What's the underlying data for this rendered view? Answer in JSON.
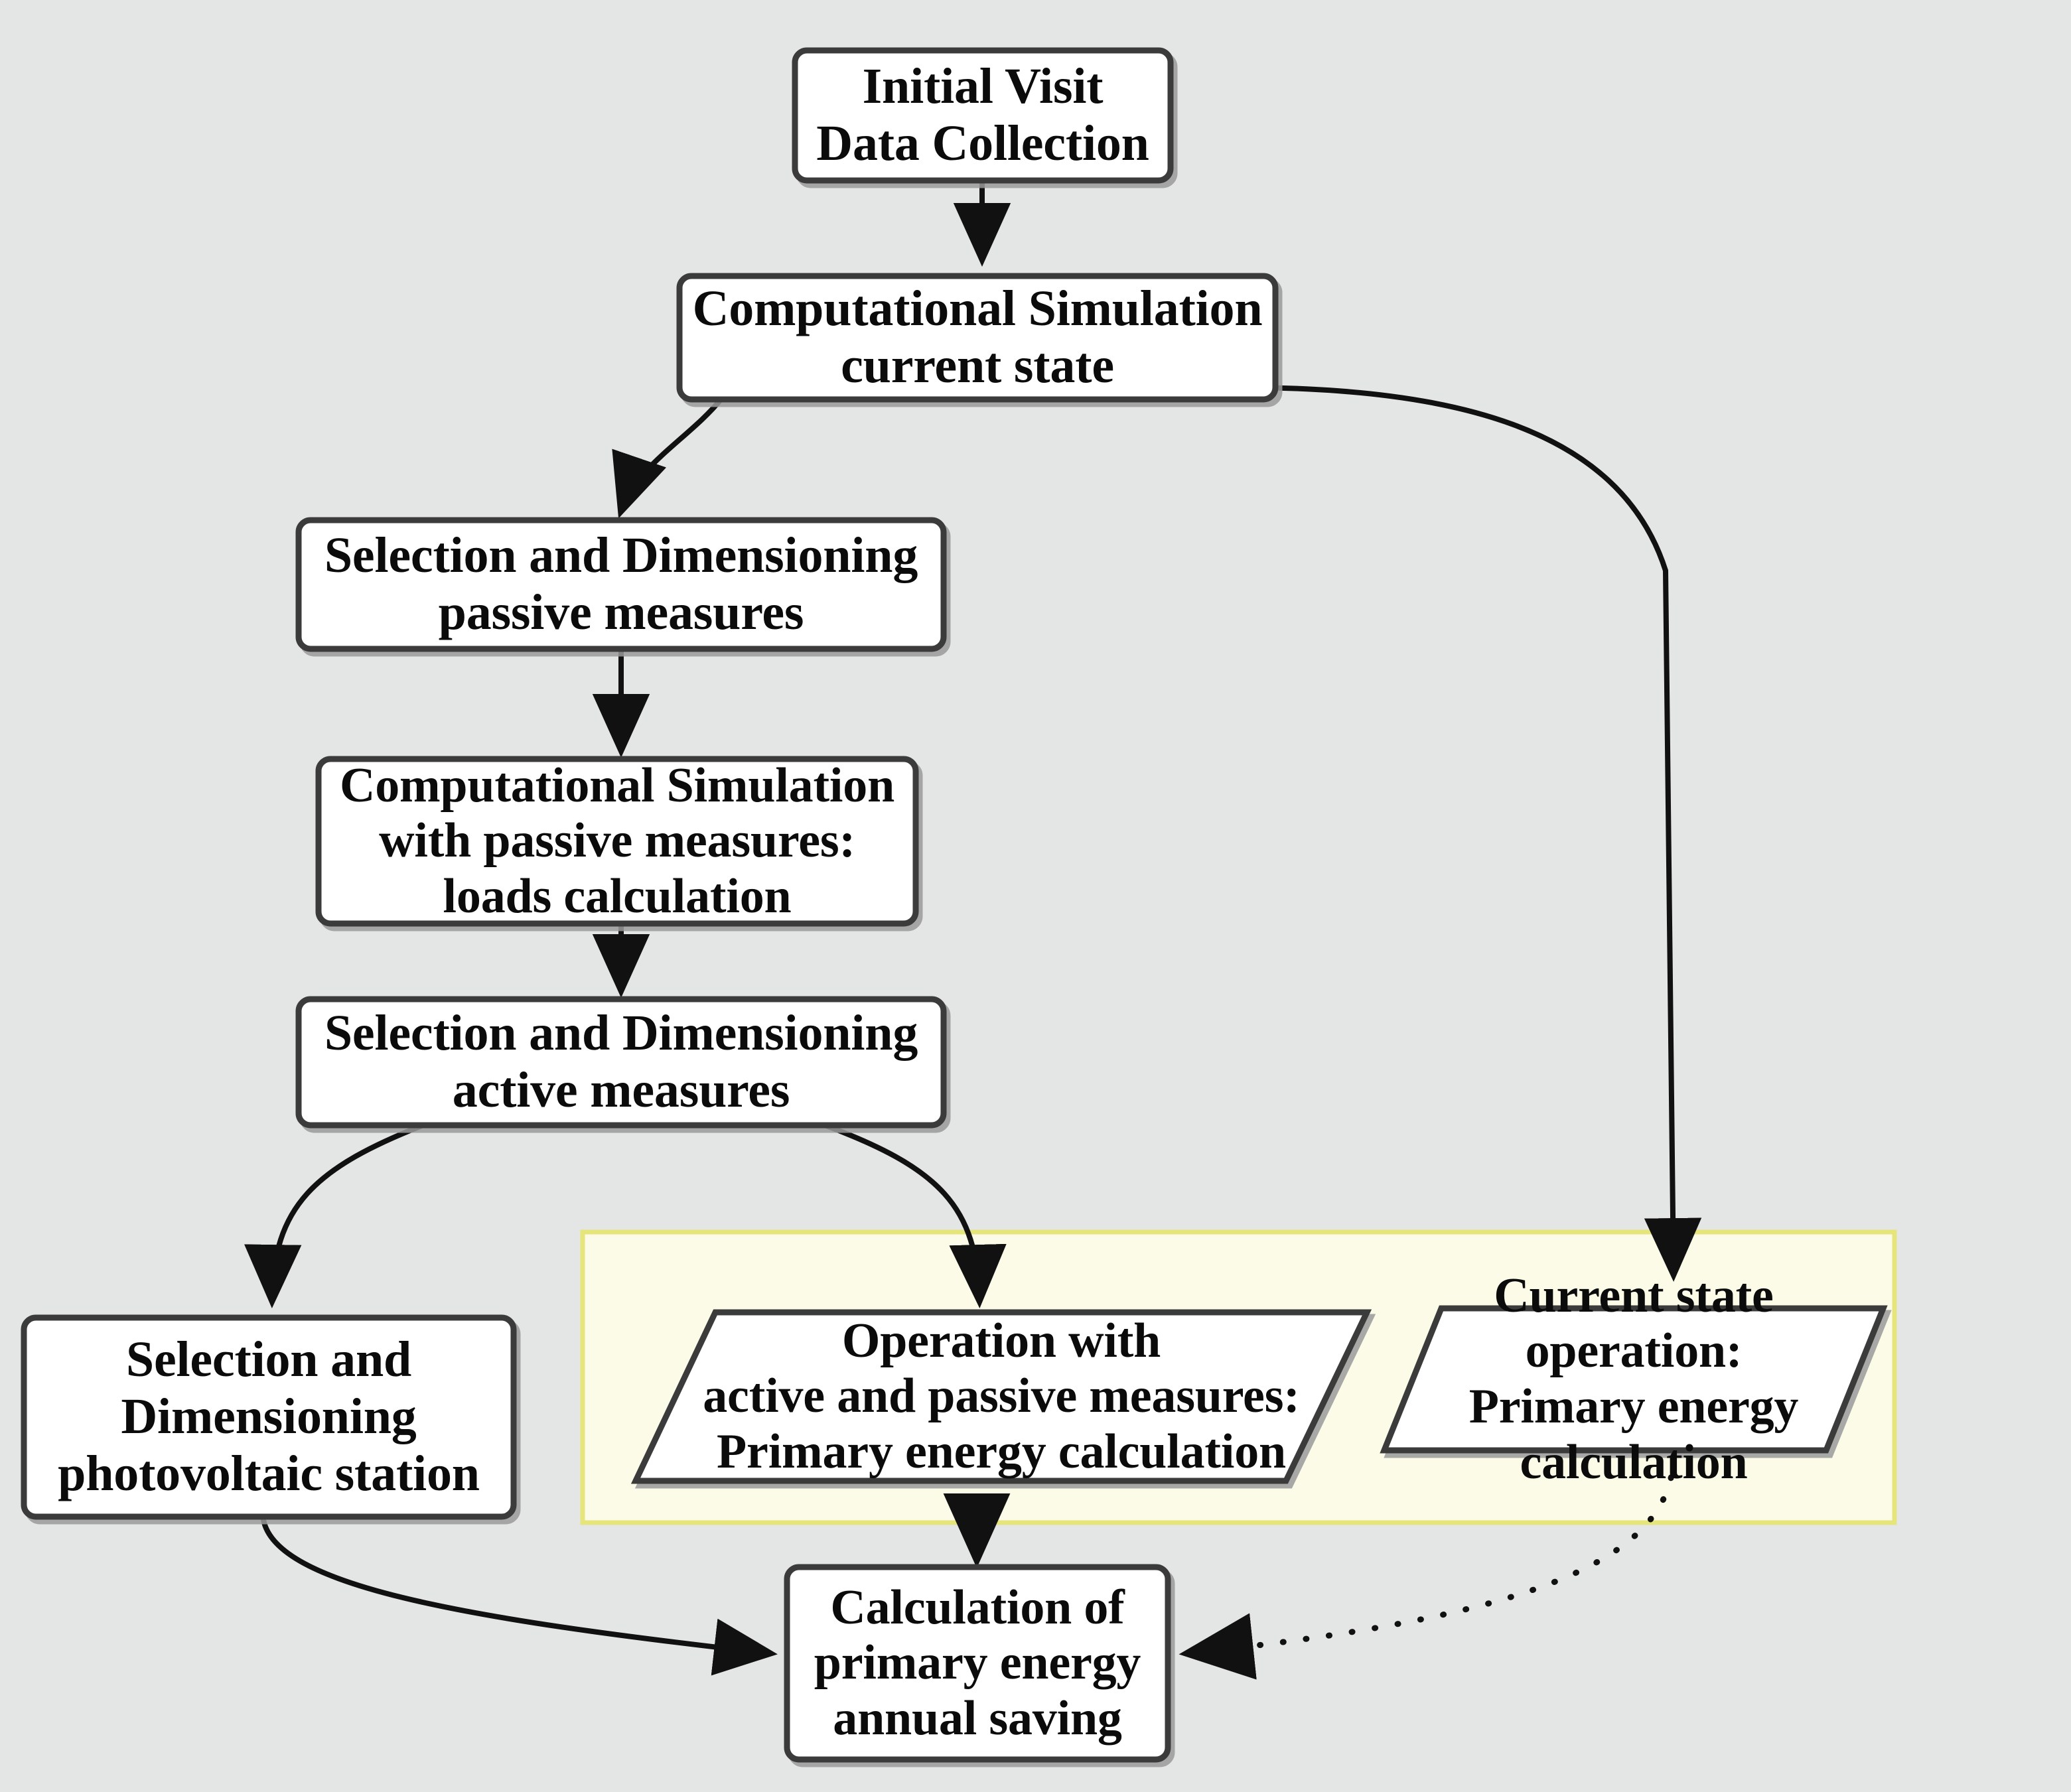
{
  "diagram": {
    "title": "Energy retrofit methodology flowchart",
    "background_color": "#e4e5e5",
    "node_fill": "#ffffff",
    "node_stroke": "#3a3a3a",
    "highlight_fill": "#fbfbe8",
    "highlight_stroke": "#e8e87a",
    "nodes": [
      {
        "id": "initial-visit",
        "shape": "rounded-rect",
        "text": "Initial Visit\nData Collection"
      },
      {
        "id": "sim-current",
        "shape": "rounded-rect",
        "text": "Computational Simulation\ncurrent state"
      },
      {
        "id": "select-passive",
        "shape": "rounded-rect",
        "text": "Selection and Dimensioning\npassive measures"
      },
      {
        "id": "sim-passive",
        "shape": "rounded-rect",
        "text": "Computational Simulation\nwith passive measures:\nloads calculation"
      },
      {
        "id": "select-active",
        "shape": "rounded-rect",
        "text": "Selection and Dimensioning\nactive measures"
      },
      {
        "id": "select-pv",
        "shape": "rounded-rect",
        "text": "Selection and\nDimensioning\nphotovoltaic station"
      },
      {
        "id": "operation-active-passive",
        "shape": "parallelogram",
        "text": "Operation with\nactive and passive measures:\nPrimary energy calculation"
      },
      {
        "id": "current-state-operation",
        "shape": "parallelogram",
        "text": "Current state operation:\nPrimary energy calculation"
      },
      {
        "id": "annual-saving",
        "shape": "rounded-rect",
        "text": "Calculation of\nprimary energy\nannual saving"
      }
    ],
    "edges": [
      {
        "from": "initial-visit",
        "to": "sim-current",
        "style": "solid",
        "arrow": true
      },
      {
        "from": "sim-current",
        "to": "select-passive",
        "style": "solid",
        "arrow": true
      },
      {
        "from": "sim-current",
        "to": "current-state-operation",
        "style": "solid",
        "arrow": true
      },
      {
        "from": "select-passive",
        "to": "sim-passive",
        "style": "solid",
        "arrow": true
      },
      {
        "from": "sim-passive",
        "to": "select-active",
        "style": "solid",
        "arrow": true
      },
      {
        "from": "select-active",
        "to": "select-pv",
        "style": "solid",
        "arrow": true
      },
      {
        "from": "select-active",
        "to": "operation-active-passive",
        "style": "solid",
        "arrow": true
      },
      {
        "from": "select-pv",
        "to": "annual-saving",
        "style": "solid",
        "arrow": true
      },
      {
        "from": "operation-active-passive",
        "to": "annual-saving",
        "style": "dotted",
        "arrow": true
      },
      {
        "from": "current-state-operation",
        "to": "annual-saving",
        "style": "dotted",
        "arrow": true
      }
    ],
    "highlight_group": {
      "id": "primary-energy-group",
      "members": [
        "operation-active-passive",
        "current-state-operation"
      ]
    }
  }
}
